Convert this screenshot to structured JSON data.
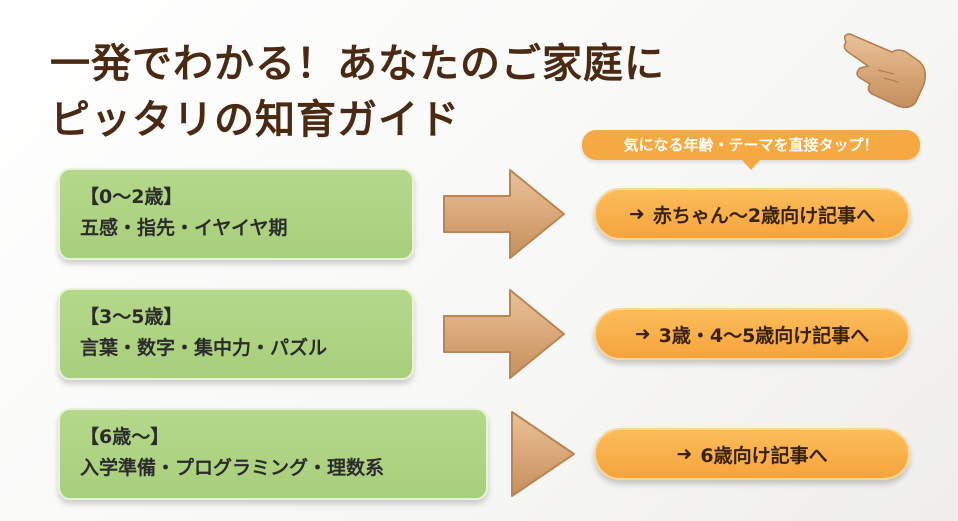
{
  "title": {
    "line1": "一発でわかる！あなたのご家庭に",
    "line2": "ピッタリの知育ガイド"
  },
  "callout": "気になる年齢・テーマを直接タップ！",
  "rows": [
    {
      "age": "【0～2歳】",
      "topics": "五感・指先・イヤイヤ期",
      "arrow_glyph": "➜",
      "button": "赤ちゃん～2歳向け記事へ"
    },
    {
      "age": "【3～5歳】",
      "topics": "言葉・数字・集中力・パズル",
      "arrow_glyph": "➜",
      "button": "3歳・4～5歳向け記事へ"
    },
    {
      "age": "【6歳～】",
      "topics": "入学準備・プログラミング・理数系",
      "arrow_glyph": "➜",
      "button": "6歳向け記事へ"
    }
  ],
  "colors": {
    "title": "#4a2a12",
    "card_green": "#aed283",
    "button_orange": "#f6a941",
    "wood": "#d9a878"
  },
  "icons": [
    "pointing-hand-icon",
    "wooden-arrow-icon"
  ]
}
